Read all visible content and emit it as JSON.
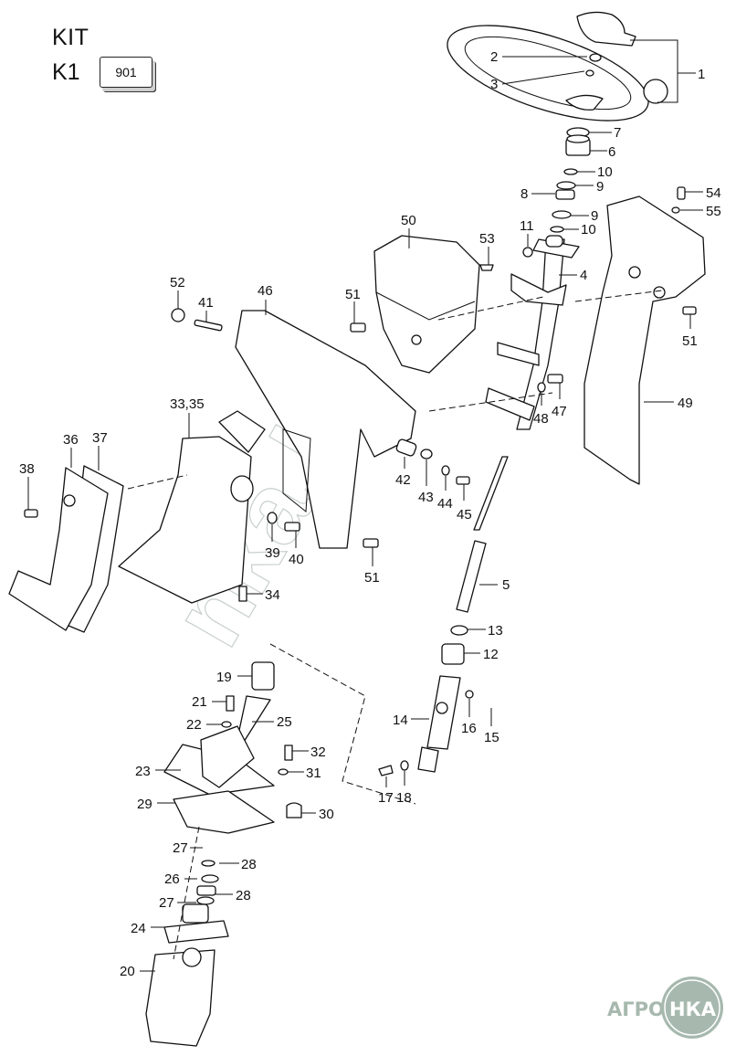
{
  "header": {
    "kit_title": "KIT",
    "kit_code": "K1",
    "kit_number": "901"
  },
  "watermark": {
    "text": "nka.by"
  },
  "logo": {
    "text_left": "АГРО",
    "text_right": "НКА",
    "color": "#a7b9ae"
  },
  "callouts": [
    {
      "id": "c1",
      "label": "1"
    },
    {
      "id": "c2",
      "label": "2"
    },
    {
      "id": "c3",
      "label": "3"
    },
    {
      "id": "c4",
      "label": "4"
    },
    {
      "id": "c5",
      "label": "5"
    },
    {
      "id": "c6",
      "label": "6"
    },
    {
      "id": "c7",
      "label": "7"
    },
    {
      "id": "c8",
      "label": "8"
    },
    {
      "id": "c9a",
      "label": "9"
    },
    {
      "id": "c9b",
      "label": "9"
    },
    {
      "id": "c10a",
      "label": "10"
    },
    {
      "id": "c10b",
      "label": "10"
    },
    {
      "id": "c11",
      "label": "11"
    },
    {
      "id": "c12",
      "label": "12"
    },
    {
      "id": "c13",
      "label": "13"
    },
    {
      "id": "c14",
      "label": "14"
    },
    {
      "id": "c15",
      "label": "15"
    },
    {
      "id": "c16",
      "label": "16"
    },
    {
      "id": "c17",
      "label": "17"
    },
    {
      "id": "c18",
      "label": "18"
    },
    {
      "id": "c19",
      "label": "19"
    },
    {
      "id": "c20",
      "label": "20"
    },
    {
      "id": "c21",
      "label": "21"
    },
    {
      "id": "c22",
      "label": "22"
    },
    {
      "id": "c23",
      "label": "23"
    },
    {
      "id": "c24",
      "label": "24"
    },
    {
      "id": "c25",
      "label": "25"
    },
    {
      "id": "c26",
      "label": "26"
    },
    {
      "id": "c27a",
      "label": "27"
    },
    {
      "id": "c27b",
      "label": "27"
    },
    {
      "id": "c28a",
      "label": "28"
    },
    {
      "id": "c28b",
      "label": "28"
    },
    {
      "id": "c29",
      "label": "29"
    },
    {
      "id": "c30",
      "label": "30"
    },
    {
      "id": "c31",
      "label": "31"
    },
    {
      "id": "c32",
      "label": "32"
    },
    {
      "id": "c3335",
      "label": "33,35"
    },
    {
      "id": "c34",
      "label": "34"
    },
    {
      "id": "c36",
      "label": "36"
    },
    {
      "id": "c37",
      "label": "37"
    },
    {
      "id": "c38",
      "label": "38"
    },
    {
      "id": "c39",
      "label": "39"
    },
    {
      "id": "c40",
      "label": "40"
    },
    {
      "id": "c41",
      "label": "41"
    },
    {
      "id": "c42",
      "label": "42"
    },
    {
      "id": "c43",
      "label": "43"
    },
    {
      "id": "c44",
      "label": "44"
    },
    {
      "id": "c45",
      "label": "45"
    },
    {
      "id": "c46",
      "label": "46"
    },
    {
      "id": "c47",
      "label": "47"
    },
    {
      "id": "c48",
      "label": "48"
    },
    {
      "id": "c49",
      "label": "49"
    },
    {
      "id": "c50",
      "label": "50"
    },
    {
      "id": "c51a",
      "label": "51"
    },
    {
      "id": "c51b",
      "label": "51"
    },
    {
      "id": "c51c",
      "label": "51"
    },
    {
      "id": "c52",
      "label": "52"
    },
    {
      "id": "c53",
      "label": "53"
    },
    {
      "id": "c54",
      "label": "54"
    },
    {
      "id": "c55",
      "label": "55"
    }
  ]
}
